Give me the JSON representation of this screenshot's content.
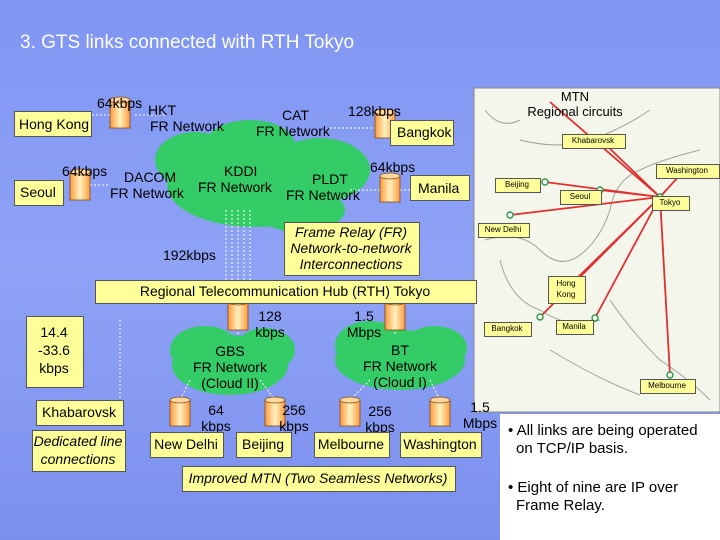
{
  "title": "3.  GTS links connected with RTH Tokyo",
  "labels": {
    "hong_kong": "Hong Kong",
    "seoul": "Seoul",
    "kbps64_a": "64kbps",
    "kbps64_b": "64kbps",
    "hkt_1": "HKT",
    "hkt_2": "FR Network",
    "cat_1": "CAT",
    "cat_2": "FR Network",
    "kbps128_top": "128kbps",
    "bangkok": "Bangkok",
    "kddi_1": "KDDI",
    "kddi_2": "FR Network",
    "dacom_1": "DACOM",
    "dacom_2": "FR Network",
    "pldt_1": "PLDT",
    "pldt_2": "FR Network",
    "kbps64_c": "64kbps",
    "manila": "Manila",
    "frame_relay_1": "Frame Relay (FR)",
    "frame_relay_2": "Network-to-network",
    "frame_relay_3": "Interconnections",
    "kbps192": "192kbps",
    "rth_tokyo": "Regional Telecommunication Hub (RTH)  Tokyo",
    "kbps_14_1": "14.4",
    "kbps_14_2": "-33.6",
    "kbps_14_3": "kbps",
    "khabarovsk": "Khabarovsk",
    "dedicated_1": "Dedicated line",
    "dedicated_2": "connections",
    "kbps128_mid_1": "128",
    "kbps128_mid_2": "kbps",
    "mbps15_mid_1": "1.5",
    "mbps15_mid_2": "Mbps",
    "gbs_1": "GBS",
    "gbs_2": "FR Network",
    "gbs_3": "(Cloud II)",
    "bt_1": "BT",
    "bt_2": "FR Network",
    "bt_3": "(Cloud I)",
    "kbps64_d_1": "64",
    "kbps64_d_2": "kbps",
    "kbps256_a_1": "256",
    "kbps256_a_2": "kbps",
    "kbps256_b_1": "256",
    "kbps256_b_2": "kbps",
    "mbps15_b_1": "1.5",
    "mbps15_b_2": "Mbps",
    "new_delhi": "New Delhi",
    "beijing": "Beijing",
    "melbourne": "Melbourne",
    "washington": "Washington",
    "improved_mtn": "Improved MTN  (Two Seamless Networks)"
  },
  "map": {
    "mtn_1": "MTN",
    "mtn_2": "Regional circuits",
    "khabarovsk": "Khabarovsk",
    "washington": "Washington",
    "beijing": "Beijing",
    "seoul": "Seoul",
    "tokyo": "Tokyo",
    "new_delhi": "New Delhi",
    "hong_kong_1": "Hong",
    "hong_kong_2": "Kong",
    "bangkok": "Bangkok",
    "manila": "Manila",
    "melbourne": "Melbourne"
  },
  "bullets": [
    "• All links are being operated",
    "on TCP/IP basis.",
    "• Eight of nine are IP over",
    "Frame Relay."
  ],
  "colors": {
    "background": "#8398f2",
    "cloud": "#33cc66",
    "box": "#ffff99",
    "link_line": "#e03030",
    "title": "#ffffff"
  }
}
